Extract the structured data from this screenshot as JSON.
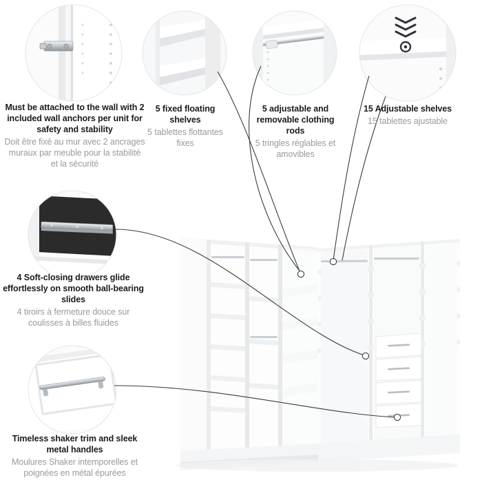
{
  "page": {
    "title": "Closet organizer feature callouts",
    "background": "#ffffff"
  },
  "colors": {
    "bubble_bg": "#f2f3f4",
    "caption_en": "#1b1b1b",
    "caption_fr": "#9a9a9a",
    "line": "#3a3a3a",
    "furniture_white": "#fdfdfd",
    "furniture_shadow": "#d9dbdd",
    "furniture_dark": "#2c2c2c",
    "metal": "#b9bec4"
  },
  "callouts": [
    {
      "id": "wall-anchors",
      "icon": "wall-anchor-bracket-icon",
      "en": "Must be attached to the wall with 2 included wall anchors per unit for safety and stability",
      "fr": "Doit être fixé au mur avec 2 ancrages muraux par meuble pour la stabilité et la sécurité"
    },
    {
      "id": "floating-shelves",
      "icon": "floating-shelf-icon",
      "en": "5 fixed floating shelves",
      "fr": "5 tablettes flottantes fixes"
    },
    {
      "id": "clothing-rods",
      "icon": "clothing-rod-icon",
      "en": "5 adjustable and removable clothing rods",
      "fr": "5 tringles réglables et amovibles"
    },
    {
      "id": "adjustable-shelves",
      "icon": "adjustable-shelf-pin-icon",
      "en": "15 Adjustable shelves",
      "fr": "15 tablettes ajustable"
    },
    {
      "id": "soft-closing-drawers",
      "icon": "drawer-slide-icon",
      "en": "4 Soft-closing drawers glide effortlessly on smooth ball-bearing slides",
      "fr": "4 tiroirs à fermeture douce sur coulisses à billes fluides"
    },
    {
      "id": "shaker-trim-handles",
      "icon": "metal-handle-icon",
      "en": "Timeless shaker trim and sleek metal handles",
      "fr": "Moulures Shaker intemporelles et poignées en métal épurées"
    }
  ],
  "product": {
    "name": "L-shaped white closet organizer",
    "drawer_count": 4,
    "handle_count": 4
  }
}
